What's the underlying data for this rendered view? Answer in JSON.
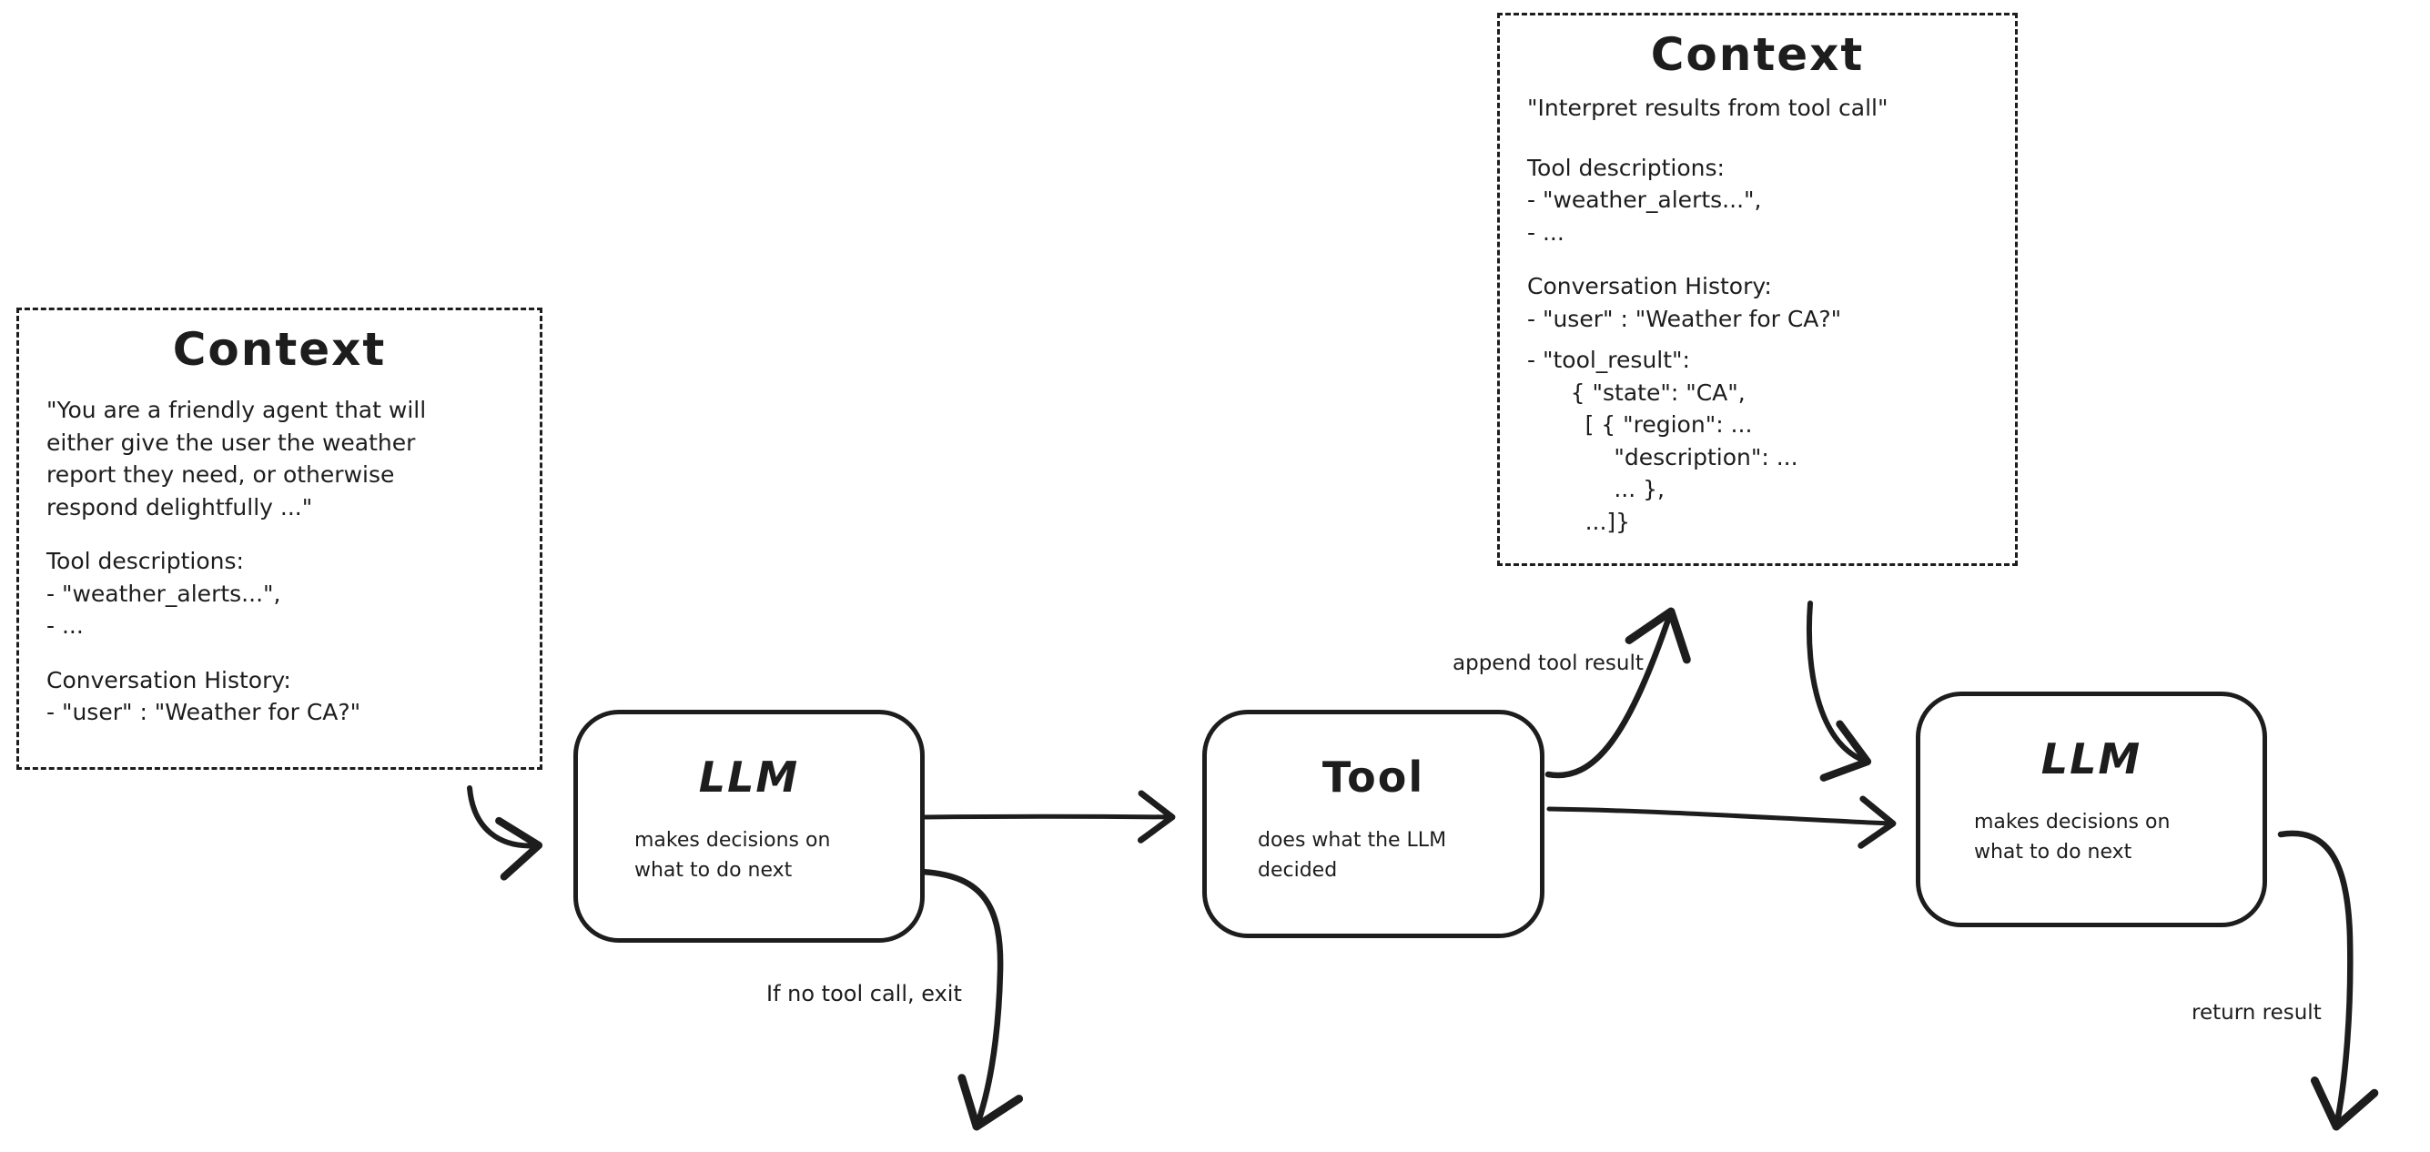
{
  "diagram": {
    "context_left": {
      "title": "Context",
      "system_prompt": "\"You are a friendly agent that will\neither give the user the weather\nreport they need, or otherwise\nrespond delightfully ...\"",
      "tool_descriptions_heading": "Tool descriptions:",
      "tool_descriptions_items": "- \"weather_alerts...\",\n- ...",
      "conversation_heading": "Conversation History:",
      "conversation_items": "- \"user\" : \"Weather for CA?\""
    },
    "context_top": {
      "title": "Context",
      "instruction": "\"Interpret results from tool call\"",
      "tool_descriptions_heading": "Tool descriptions:",
      "tool_descriptions_items": "- \"weather_alerts...\",\n- ...",
      "conversation_heading": "Conversation History:",
      "conversation_items": "- \"user\" : \"Weather for CA?\"",
      "tool_result_block": "- \"tool_result\":\n      { \"state\": \"CA\",\n        [ { \"region\": ...\n            \"description\": ...\n            ... },\n        ...]}"
    },
    "nodes": {
      "llm1": {
        "title": "LLM",
        "subtitle": "makes decisions on\nwhat to do next"
      },
      "tool": {
        "title": "Tool",
        "subtitle": "does what the LLM\ndecided"
      },
      "llm2": {
        "title": "LLM",
        "subtitle": "makes decisions on\nwhat to do next"
      }
    },
    "labels": {
      "append_tool_result": "append tool result",
      "if_no_tool_call": "If no tool call, exit",
      "return_result": "return result"
    },
    "colors": {
      "ink": "#1d1d1d",
      "background": "#ffffff"
    }
  }
}
